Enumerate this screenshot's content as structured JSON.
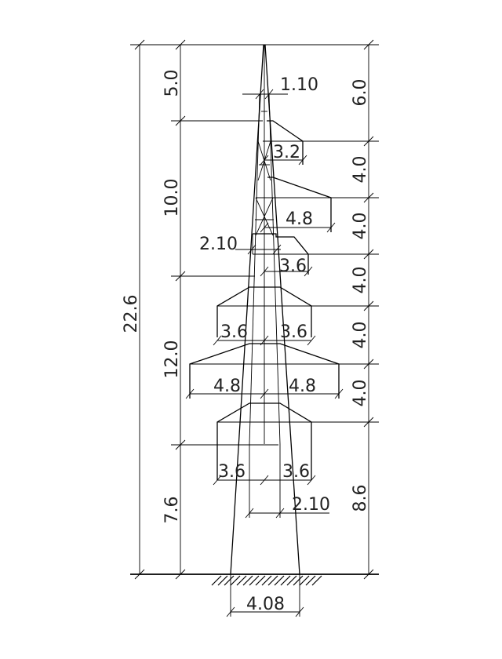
{
  "dimensions": {
    "total_height": "22.6",
    "left_top": "5.0",
    "left_upper": "10.0",
    "left_middle": "12.0",
    "left_bottom": "7.6",
    "right_1": "6.0",
    "right_2": "4.0",
    "right_3": "4.0",
    "right_4": "4.0",
    "right_5": "4.0",
    "right_6": "4.0",
    "right_7": "8.6",
    "top_width": "1.10",
    "waist_width_upper": "2.10",
    "waist_width_lower": "2.10",
    "base_width": "4.08"
  },
  "crossarms": {
    "arm1_right": "3.2",
    "arm2_right": "4.8",
    "arm3_right": "3.6",
    "arm4_left": "3.6",
    "arm4_right": "3.6",
    "arm5_left": "4.8",
    "arm5_right": "4.8",
    "arm6_left": "3.6",
    "arm6_right": "3.6"
  }
}
